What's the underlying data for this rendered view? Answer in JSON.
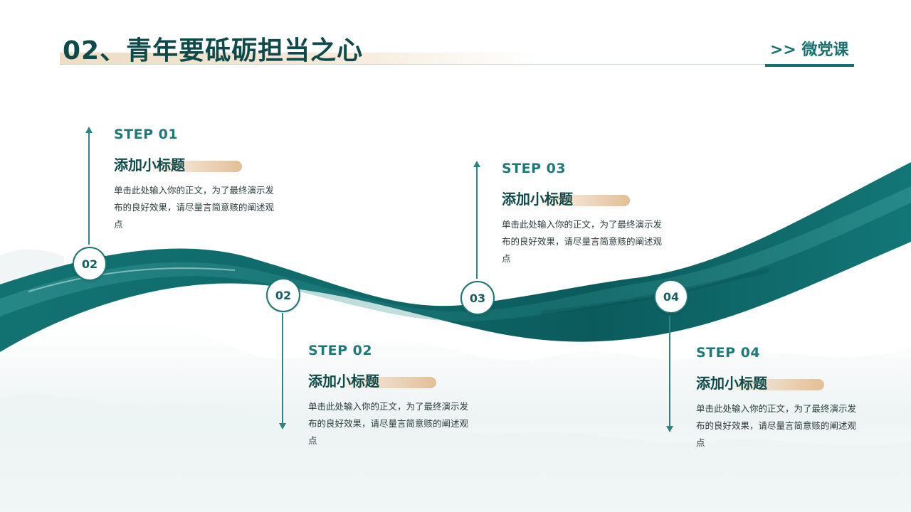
{
  "header": {
    "title": "02、青年要砥砺担当之心",
    "tag": ">> 微党课"
  },
  "steps": [
    {
      "label": "STEP 01",
      "title": "添加小标题",
      "desc": "单击此处输入你的正文，为了最终演示发布的良好效果，请尽量言简意赅的阐述观点"
    },
    {
      "label": "STEP 02",
      "title": "添加小标题",
      "desc": "单击此处输入你的正文，为了最终演示发布的良好效果，请尽量言简意赅的阐述观点"
    },
    {
      "label": "STEP 03",
      "title": "添加小标题",
      "desc": "单击此处输入你的正文，为了最终演示发布的良好效果，请尽量言简意赅的阐述观点"
    },
    {
      "label": "STEP 04",
      "title": "添加小标题",
      "desc": "单击此处输入你的正文，为了最终演示发布的良好效果，请尽量言简意赅的阐述观点"
    }
  ],
  "nodes": [
    "02",
    "02",
    "03",
    "04"
  ],
  "colors": {
    "primary": "#17706f",
    "dark": "#0e4a4a",
    "accent": "#e3bf95"
  }
}
